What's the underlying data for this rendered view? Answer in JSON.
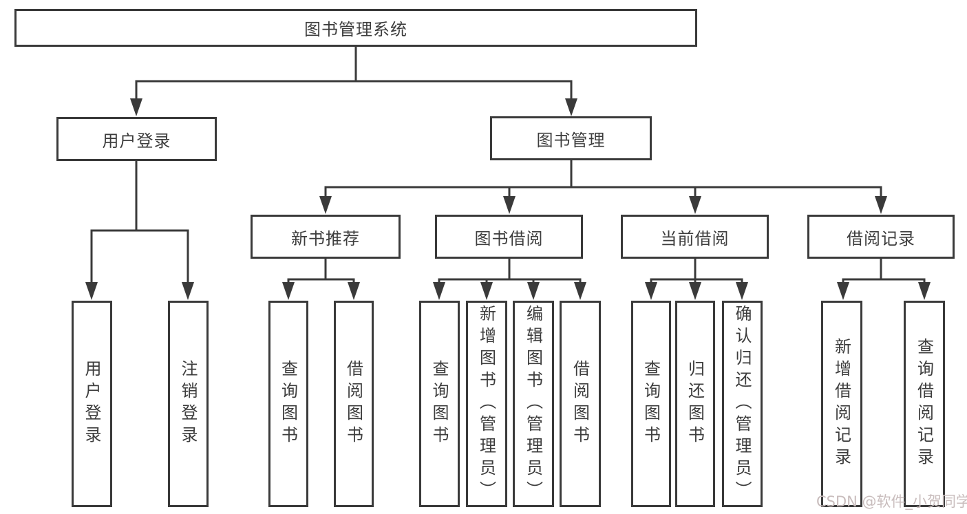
{
  "tree": {
    "label": "图书管理系统",
    "children": [
      {
        "label": "用户登录",
        "children": [
          {
            "label": "用户登录"
          },
          {
            "label": "注销登录"
          }
        ]
      },
      {
        "label": "图书管理",
        "children": [
          {
            "label": "新书推荐",
            "children": [
              {
                "label": "查询图书"
              },
              {
                "label": "借阅图书"
              }
            ]
          },
          {
            "label": "图书借阅",
            "children": [
              {
                "label": "查询图书"
              },
              {
                "label": "新增图书（管理员）"
              },
              {
                "label": "编辑图书（管理员）"
              },
              {
                "label": "借阅图书"
              }
            ]
          },
          {
            "label": "当前借阅",
            "children": [
              {
                "label": "查询图书"
              },
              {
                "label": "归还图书"
              },
              {
                "label": "确认归还（管理员）"
              }
            ]
          },
          {
            "label": "借阅记录",
            "children": [
              {
                "label": "新增借阅记录"
              },
              {
                "label": "查询借阅记录"
              }
            ]
          }
        ]
      }
    ]
  },
  "watermark": {
    "text": "CSDN @软件_小贺同学"
  },
  "colors": {
    "line": "#3a3a3a",
    "node_text": "#3d3d3d",
    "background": "#ffffff",
    "watermark": "#c9bdbd"
  }
}
